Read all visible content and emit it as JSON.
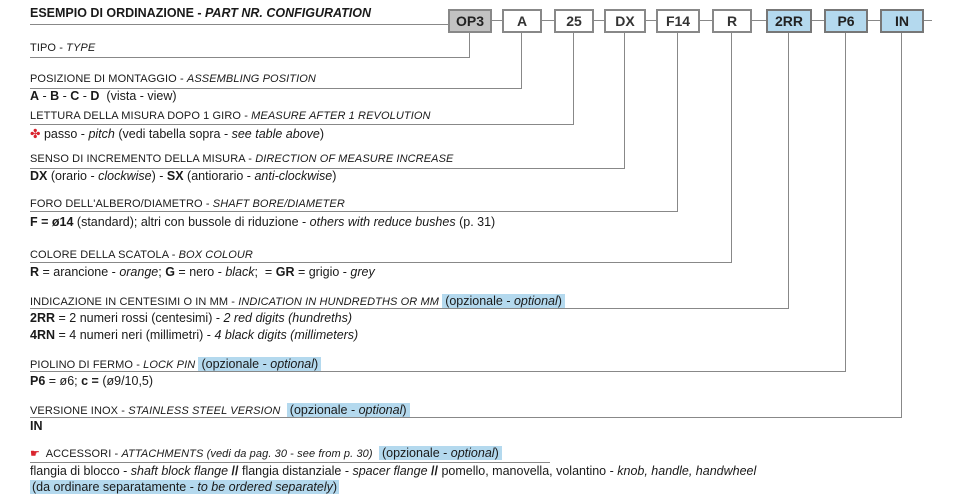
{
  "header": {
    "title_it": "ESEMPIO DI ORDINAZIONE",
    "title_sep": " - ",
    "title_en": "PART NR. CONFIGURATION"
  },
  "codes": [
    "OP3",
    "A",
    "25",
    "DX",
    "F14",
    "R",
    "2RR",
    "P6",
    "IN"
  ],
  "sections": {
    "tipo": {
      "it": "TIPO",
      "en": "TYPE"
    },
    "posizione": {
      "it": "POSIZIONE DI MONTAGGIO",
      "en": "ASSEMBLING POSITION",
      "letters": [
        "A",
        "B",
        "C",
        "D"
      ],
      "note": "(vista - view)"
    },
    "lettura": {
      "it": "LETTURA DELLA MISURA DOPO 1 GIRO",
      "en": "MEASURE AFTER 1 REVOLUTION",
      "marker": "✤",
      "v1": "passo",
      "v2": "pitch",
      "v3": "(vedi tabella sopra",
      "v4": "see table above",
      "v5": ")"
    },
    "senso": {
      "it": "SENSO DI INCREMENTO DELLA MISURA",
      "en": "DIRECTION OF MEASURE INCREASE",
      "c1": "DX",
      "t1": "(orario",
      "t1en": "clockwise",
      "c2": "SX",
      "t2": "(antiorario",
      "t2en": "anti-clockwise"
    },
    "foro": {
      "it": "FORO DELL'ALBERO/DIAMETRO",
      "en": "SHAFT BORE/DIAMETER",
      "code": "F = ø14",
      "t1": "(standard); altri con bussole di riduzione",
      "t2": "others with reduce bushes",
      "t3": "(p. 31)"
    },
    "colore": {
      "it": "COLORE DELLA SCATOLA",
      "en": "BOX COLOUR",
      "c1": "R",
      "t1": "= arancione",
      "e1": "orange",
      "c2": "G",
      "t2": "= nero",
      "e2": "black",
      "c3": "GR",
      "t3": "= grigio",
      "e3": "grey"
    },
    "indicazione": {
      "it": "INDICAZIONE IN CENTESIMI O IN MM",
      "en": "INDICATION IN HUNDREDTHS OR MM",
      "opt_it": "(opzionale",
      "opt_en": "optional",
      "c1": "2RR",
      "t1": "= 2 numeri rossi (centesimi)",
      "e1": "2 red digits (hundreths)",
      "c2": "4RN",
      "t2": "= 4 numeri neri (millimetri)",
      "e2": "4 black digits (millimeters)"
    },
    "piolino": {
      "it": "PIOLINO DI FERMO",
      "en": "LOCK PIN",
      "opt_it": "(opzionale",
      "opt_en": "optional",
      "c1": "P6",
      "t1": "= ø6;",
      "c2": "c =",
      "t2": "(ø9/10,5)"
    },
    "inox": {
      "it": "VERSIONE INOX",
      "en": "STAINLESS STEEL VERSION",
      "opt_it": "(opzionale",
      "opt_en": "optional",
      "code": "IN"
    },
    "accessori": {
      "marker": "☛",
      "it": "ACCESSORI",
      "en": "ATTACHMENTS",
      "ref": "(vedi da pag. 30",
      "ref_en": "see from p. 30)",
      "opt_it": "(opzionale",
      "opt_en": "optional",
      "l1": "flangia di blocco",
      "l2": "shaft block flange",
      "l3": "flangia distanziale",
      "l4": "spacer flange",
      "l5": "pomello, manovella, volantino",
      "l6": "knob, handle, handwheel",
      "n1": "(da ordinare separatamente",
      "n2": "to be ordered separately",
      "n3": ")"
    }
  },
  "colors": {
    "accent_blue": "#b4d9ee",
    "gray_box": "#c2c2c2",
    "red_marker": "#d9232d"
  },
  "icons": {
    "lettura_marker": "red-flower-icon",
    "accessori_marker": "pointing-hand-icon"
  }
}
